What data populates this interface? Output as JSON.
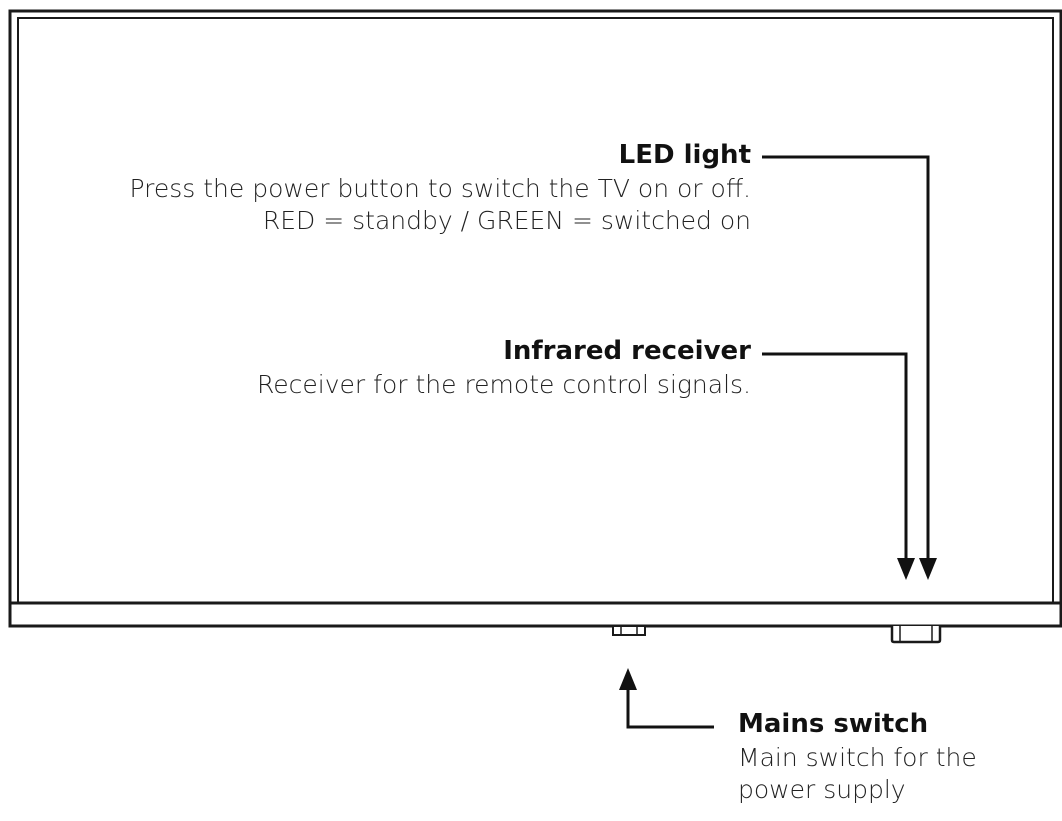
{
  "callouts": {
    "led": {
      "title": "LED light",
      "line1": "Press the power button to switch the TV on or off.",
      "line2": "RED = standby / GREEN = switched on"
    },
    "infrared": {
      "title": "Infrared receiver",
      "line1": "Receiver for the remote control signals."
    },
    "mains": {
      "title": "Mains switch",
      "line1": "Main switch for the",
      "line2": "power supply"
    }
  }
}
